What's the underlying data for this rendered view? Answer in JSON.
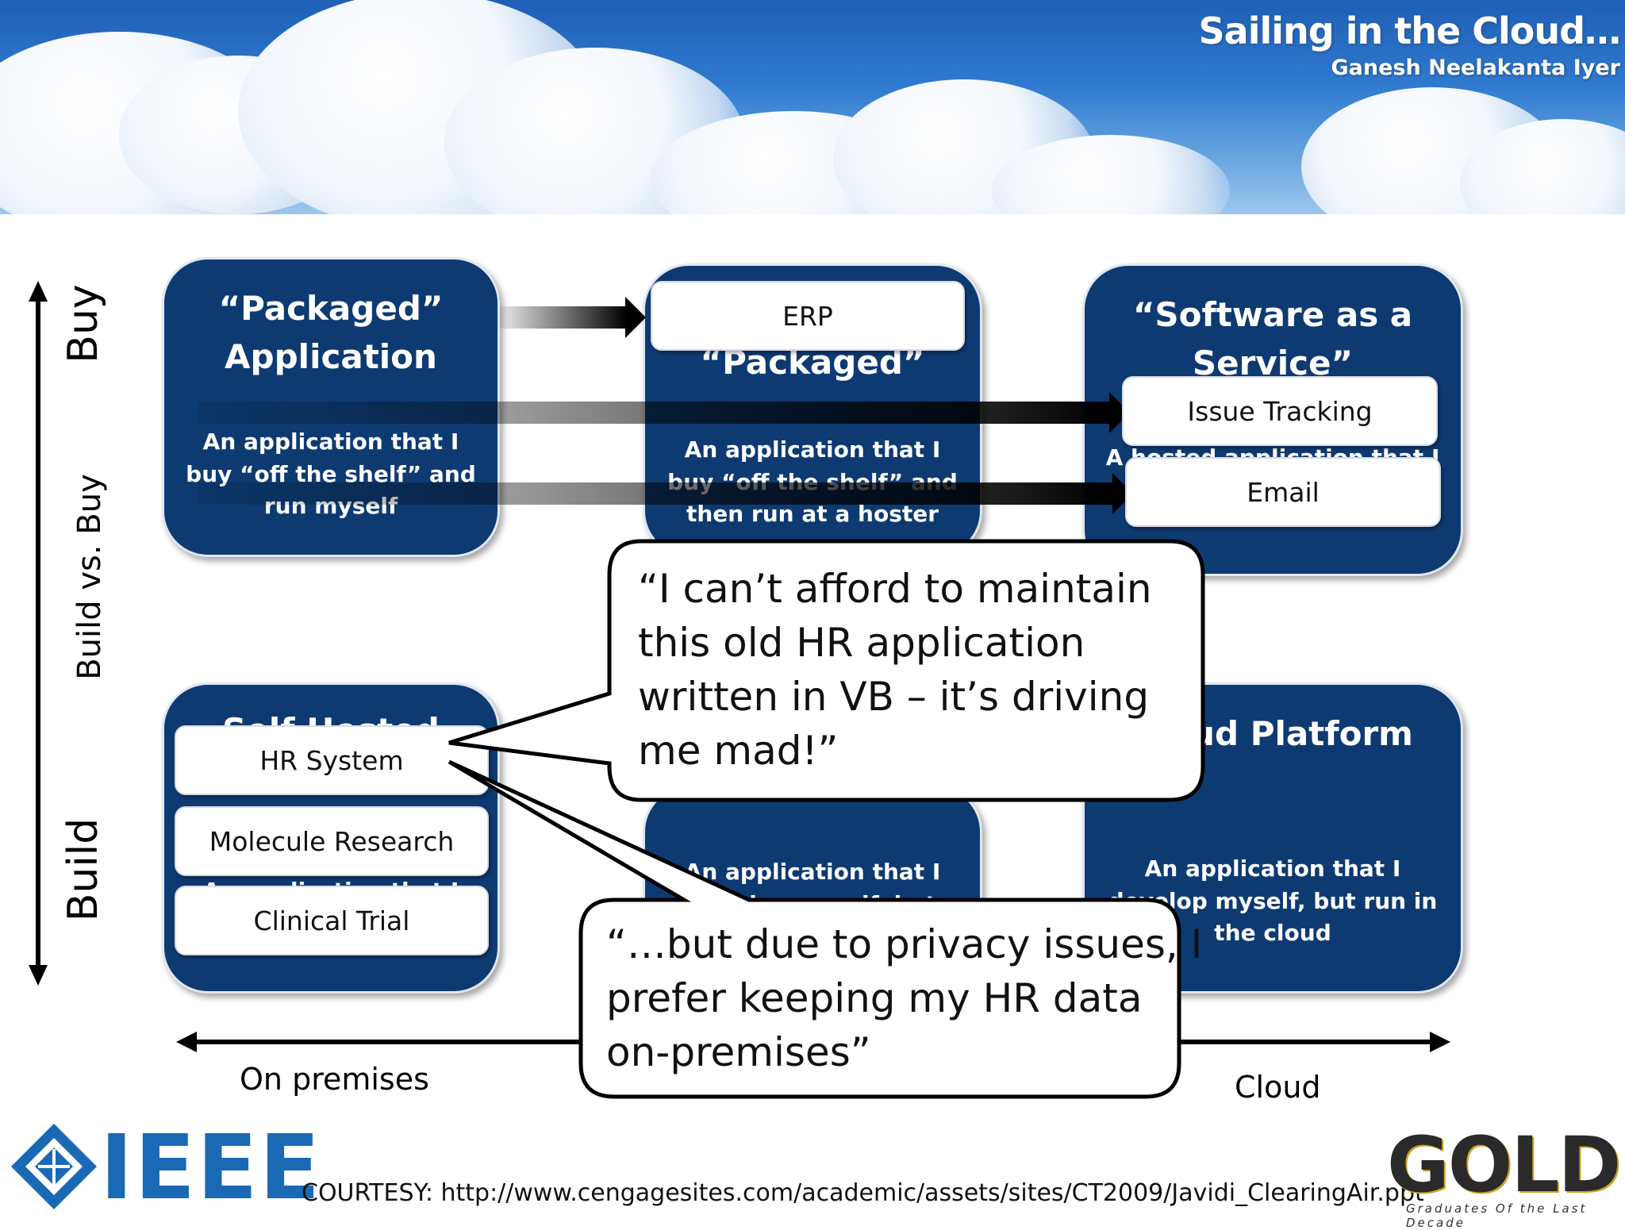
{
  "header": {
    "title": "Sailing in the Cloud…",
    "author": "Ganesh Neelakanta Iyer"
  },
  "axes": {
    "vertical_title": "Build vs. Buy",
    "top_label": "Buy",
    "bottom_label": "Build",
    "left_label": "On premises",
    "right_label": "Cloud"
  },
  "quadrants": {
    "packaged_app": {
      "title_line1": "“Packaged”",
      "title_line2": "Application",
      "desc": [
        "An application that I",
        "buy “off the shelf” and",
        "run myself"
      ]
    },
    "packaged_hosted": {
      "title_line1": "“Packaged”",
      "desc": [
        "An application that I",
        "buy “off the shelf” and",
        "then run at a hoster"
      ]
    },
    "saas": {
      "title_line1": "“Software as a",
      "title_line2": "Service”",
      "desc": [
        "A hosted application that I"
      ]
    },
    "self_hosted": {
      "title_line1": "Self Hosted",
      "desc": [
        "An application that I"
      ]
    },
    "hosted_build": {
      "desc": [
        "An application that I",
        "develop myself, but"
      ]
    },
    "cloud_platform": {
      "title_line1": "Cloud Platform",
      "desc": [
        "An application that I",
        "develop myself, but run in",
        "the cloud"
      ]
    }
  },
  "tags": {
    "erp": "ERP",
    "issue_tracking": "Issue Tracking",
    "email": "Email",
    "hr_system": "HR System",
    "molecule_research": "Molecule Research",
    "clinical_trial": "Clinical Trial"
  },
  "callouts": {
    "first": [
      "“I can’t afford to maintain",
      "this old HR application",
      "written in VB – it’s driving",
      "me mad!”"
    ],
    "second": [
      "“…but due to privacy issues, I",
      "prefer keeping my HR data",
      "on-premises”"
    ]
  },
  "footer": {
    "courtesy": "COURTESY: http://www.cengagesites.com/academic/assets/sites/CT2009/Javidi_ClearingAir.ppt",
    "ieee_logo": "IEEE",
    "gold_logo": "GOLD",
    "gold_tagline": "Graduates Of the Last Decade"
  },
  "colors": {
    "box_blue": "#0e3a72",
    "ieee_blue": "#1a69b5",
    "sky_blue": "#2f7ad0"
  }
}
